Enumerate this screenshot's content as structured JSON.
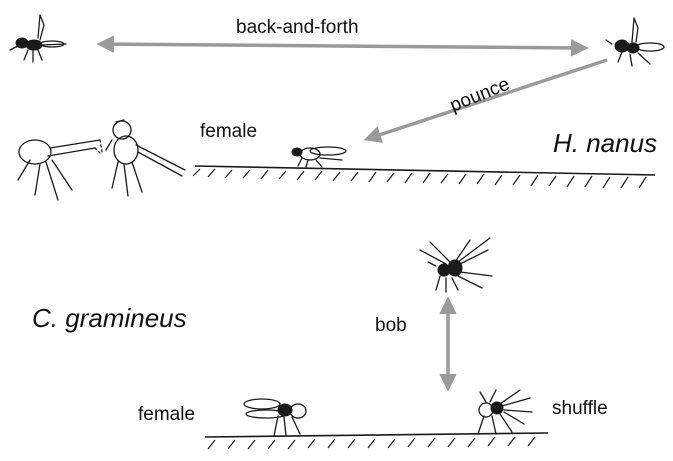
{
  "labels": {
    "back_and_forth": "back-and-forth",
    "pounce": "pounce",
    "female_top": "female",
    "species_top": "H. nanus",
    "species_bottom": "C. gramineus",
    "bob": "bob",
    "female_bottom": "female",
    "shuffle": "shuffle"
  },
  "colors": {
    "arrow": "#9a9a9a",
    "ink": "#1a1a1a",
    "background": "#ffffff"
  }
}
